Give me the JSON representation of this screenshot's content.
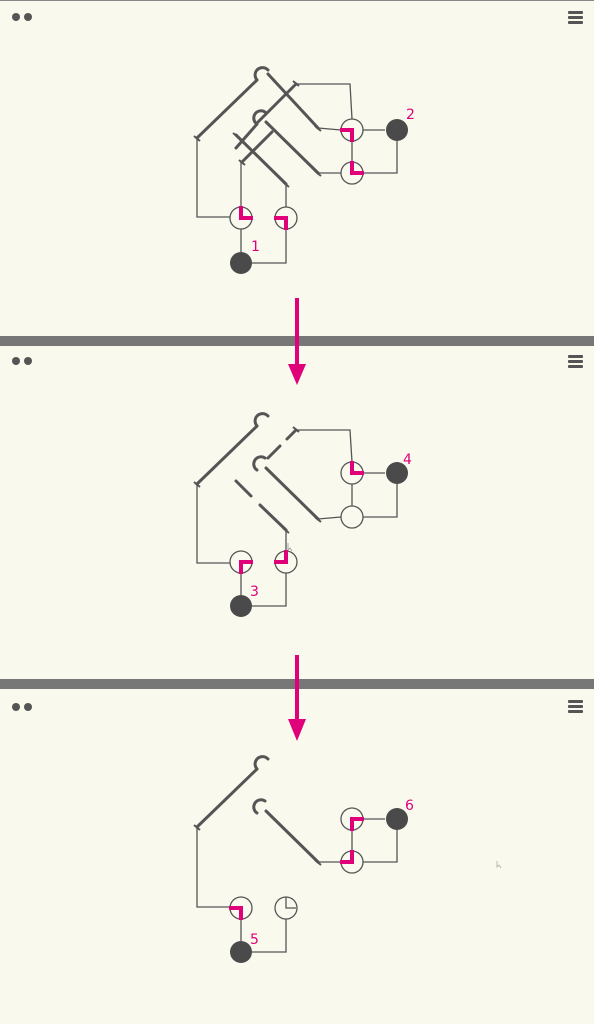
{
  "colors": {
    "background": "#f9f9ee",
    "line": "#555555",
    "accent": "#e0007a",
    "separator": "#777777"
  },
  "icons": {
    "menu_left": "two-dots-menu-icon",
    "menu_right": "hamburger-menu-icon",
    "transition": "down-arrow-icon"
  },
  "panels": [
    {
      "step_labels": [
        "1",
        "2"
      ]
    },
    {
      "step_labels": [
        "3",
        "4"
      ]
    },
    {
      "step_labels": [
        "5",
        "6"
      ]
    }
  ]
}
